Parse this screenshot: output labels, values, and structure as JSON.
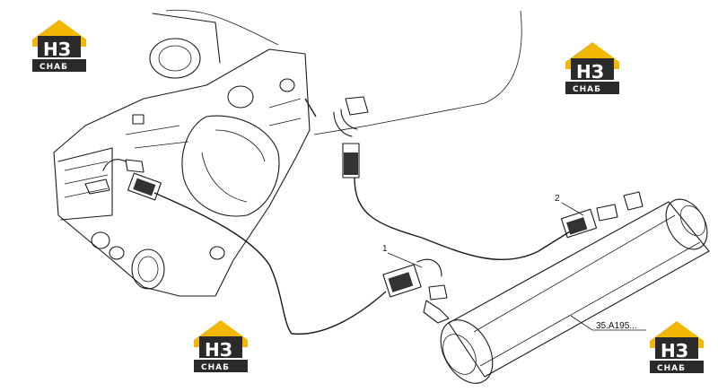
{
  "diagram": {
    "callouts": {
      "label_1": "1",
      "label_2": "2",
      "reference": "35.A195..."
    },
    "watermark": {
      "text": "НЗ",
      "subtext": "СНАБ",
      "color_yellow": "#f2b705",
      "color_dark": "#2a2a2a"
    }
  }
}
